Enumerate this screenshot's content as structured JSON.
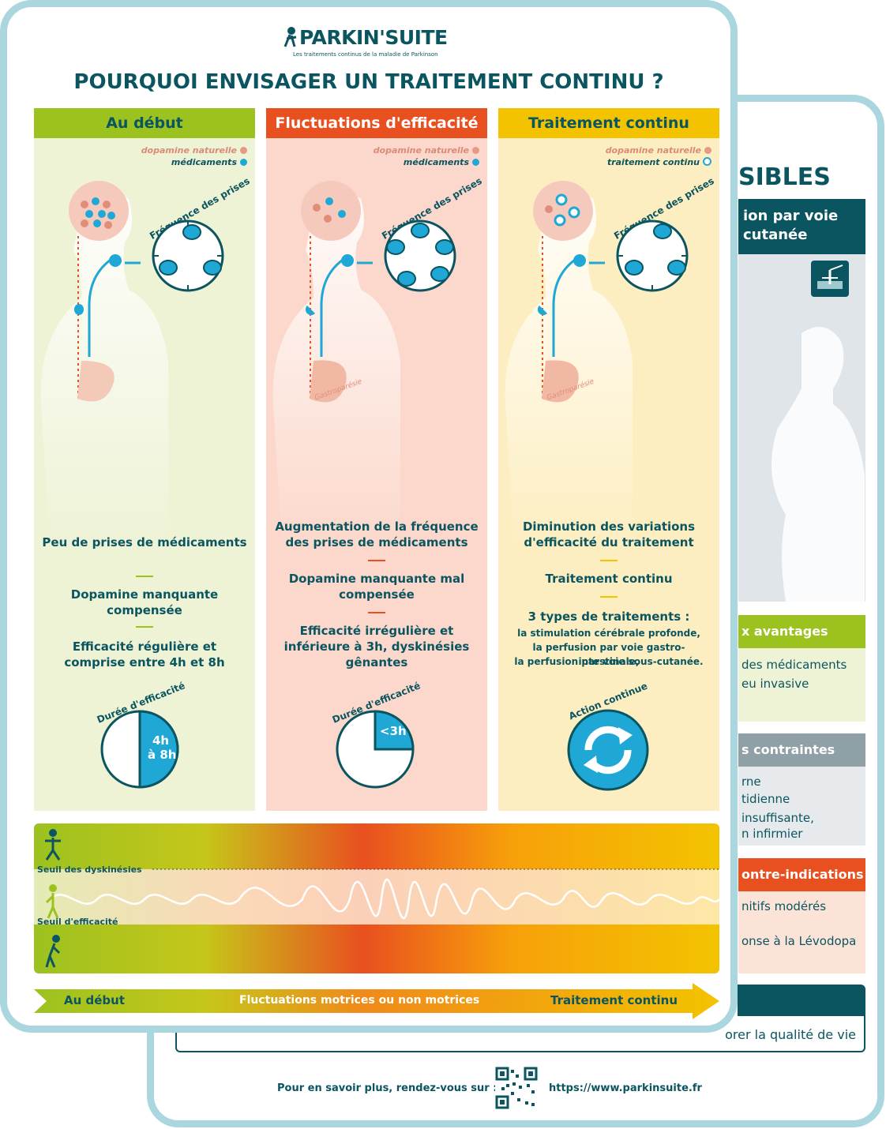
{
  "front": {
    "logo": "PARKIN'SUITE",
    "logo_tagline": "Les traitements continus de la maladie de Parkinson",
    "title": "POURQUOI ENVISAGER UN TRAITEMENT CONTINU ?",
    "columns": [
      {
        "header": "Au début",
        "legend": [
          "dopamine naturelle",
          "médicaments"
        ],
        "freq_label": "Fréquence des prises",
        "texts": [
          "Peu de prises de médicaments",
          "Dopamine manquante compensée",
          "Efficacité régulière et comprise entre 4h et 8h"
        ],
        "clock_label": "Durée d'efficacité",
        "clock_value_1": "4h",
        "clock_value_2": "à 8h"
      },
      {
        "header": "Fluctuations d'efficacité",
        "legend": [
          "dopamine naturelle",
          "médicaments"
        ],
        "freq_label": "Fréquence des prises",
        "stomach_label": "Gastroparésie",
        "texts": [
          "Augmentation de la fréquence des prises de médicaments",
          "Dopamine manquante mal compensée",
          "Efficacité irrégulière et inférieure à 3h, dyskinésies gênantes"
        ],
        "clock_label": "Durée d'efficacité",
        "clock_value_1": "<3h"
      },
      {
        "header": "Traitement continu",
        "legend": [
          "dopamine naturelle",
          "traitement continu"
        ],
        "freq_label": "Fréquence des prises",
        "stomach_label": "Gastroparésie",
        "texts": [
          "Diminution des variations d'efficacité du traitement",
          "Traitement continu",
          "3 types de traitements :"
        ],
        "small_lines": [
          "la stimulation cérébrale profonde,",
          "la perfusion par voie gastro-intestinale,",
          "la perfusion par voie sous-cutanée."
        ],
        "clock_label": "Action continue"
      }
    ],
    "wave": {
      "threshold_dysk": "Seuil des dyskinésies",
      "threshold_eff": "Seuil d'efficacité"
    },
    "arrow": [
      "Au début",
      "Fluctuations motrices ou non motrices",
      "Traitement continu"
    ]
  },
  "back": {
    "title_fragment": "SIBLES",
    "panel_title": [
      "ion par voie",
      "cutanée"
    ],
    "adv_header": "x avantages",
    "adv_lines": [
      "des médicaments",
      "eu invasive"
    ],
    "constraints_header": "s contraintes",
    "constraints_lines": [
      "rne",
      "tidienne",
      "insuffisante,",
      "n infirmier"
    ],
    "ci_header": "ontre-indications",
    "ci_lines": [
      "nitifs modérés",
      "onse à la Lévodopa"
    ],
    "quality_text": "orer la qualité de vie",
    "footer_text": "Pour en savoir plus, rendez-vous sur :",
    "footer_url": "https://www.parkinsuite.fr"
  },
  "colors": {
    "teal": "#0b5560",
    "blue": "#1fa7d6",
    "green": "#9cc21f",
    "orange": "#e9501f",
    "yellow": "#f3c300",
    "border": "#a9d6df"
  }
}
